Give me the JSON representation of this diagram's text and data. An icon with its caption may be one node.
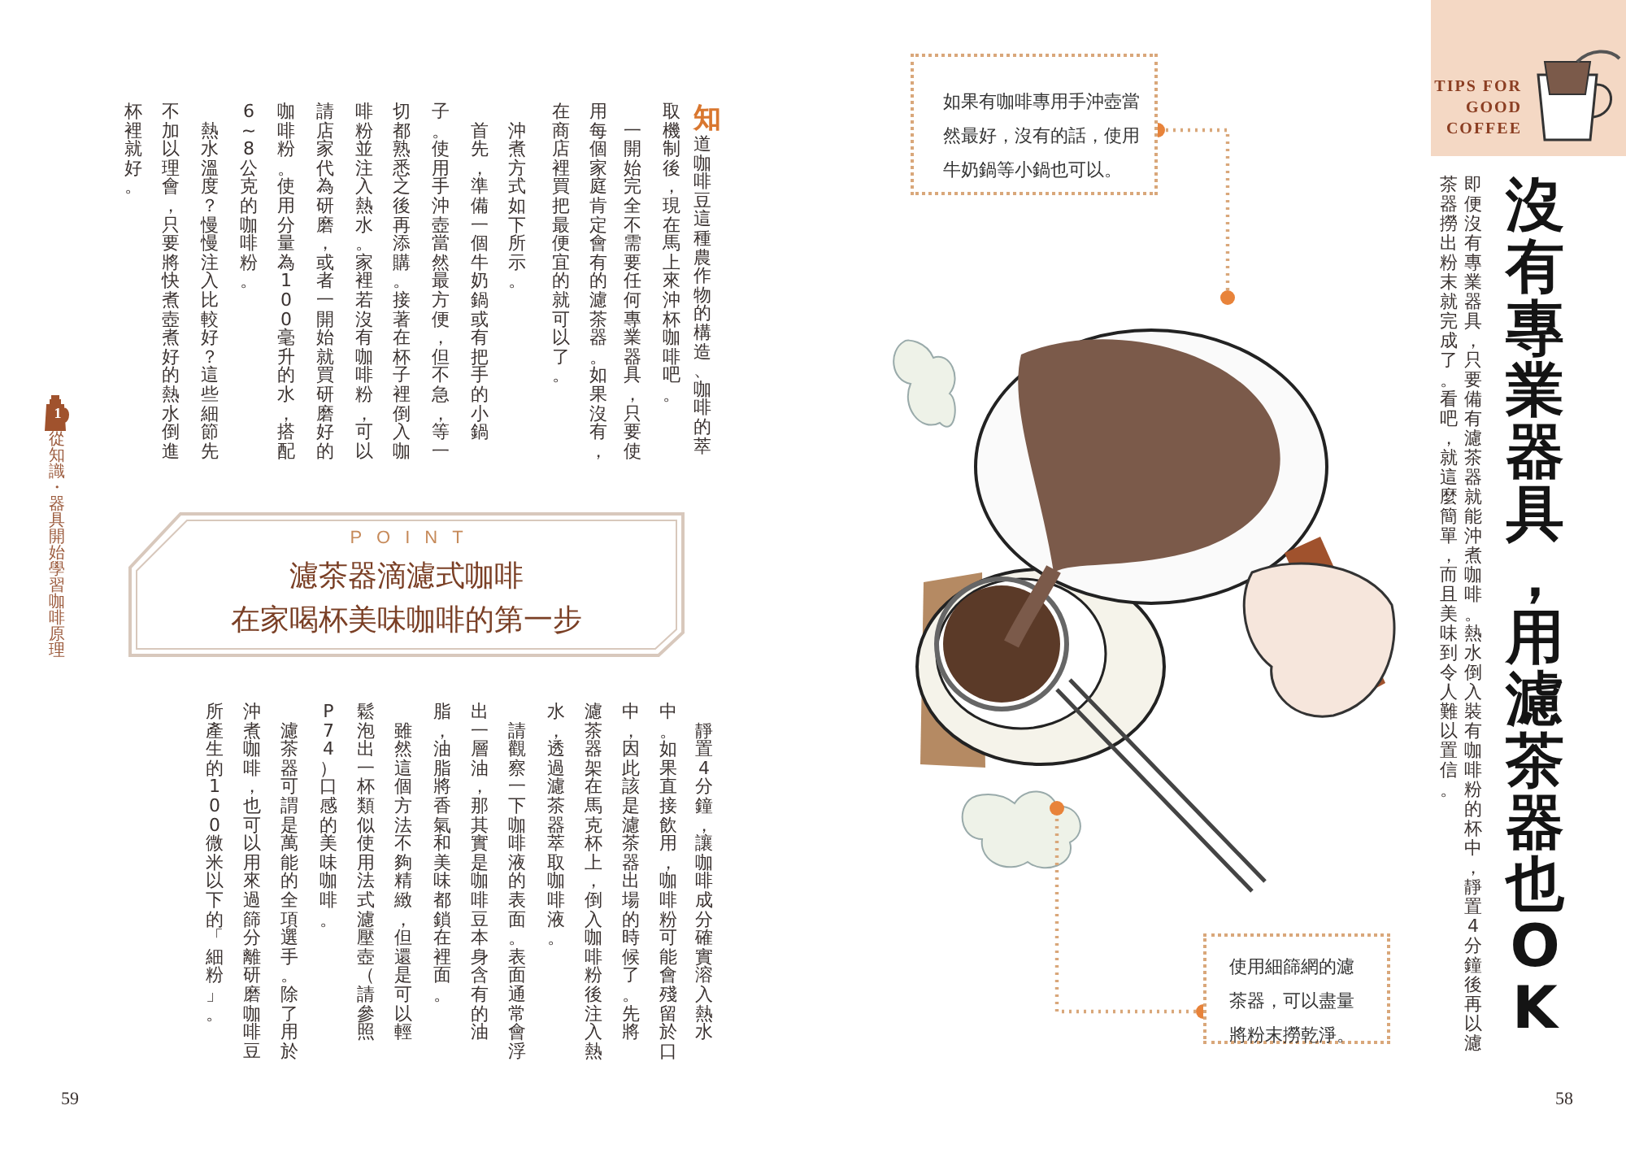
{
  "diagram": {
    "nodes": [
      {
        "text": [
          "TIPS FOR GOOD COFFEE"
        ]
      },
      {
        "text": [
          "如果有咖啡專用手沖壺當然最好，沒有的話，使用牛奶鍋等小鍋也可以。"
        ]
      },
      {
        "text": [
          "使用細篩網的濾茶器，可以盡量將粉末撈乾淨。"
        ]
      },
      {
        "text": [
          "POINT",
          "濾茶器滴濾式咖啡",
          "在家喝杯美味咖啡的第一步"
        ]
      }
    ],
    "edges": [
      {
        "from": null,
        "to": 1,
        "arrow": "other"
      },
      {
        "from": 2,
        "to": null,
        "arrow": "other"
      }
    ],
    "labels": [
      "沒有專業器具，用濾茶器也OK",
      "即便沒有專業器具，只要備有濾茶器就能沖煮咖啡。熱水倒入裝有咖啡粉的杯中，靜置4分鐘後再以濾",
      "茶器撈出粉末就完成了。看吧，就這麼簡單，而且美味到令人難以置信。",
      "**知**道咖啡豆這種農作物的構造、咖啡的萃",
      "取機制後，現在馬上來沖杯咖啡吧。",
      "一開始完全不需要任何專業器具，只要使",
      "用每個家庭肯定會有的濾茶器。如果沒有，",
      "在商店裡買把最便宜的就可以了。",
      "沖煮方式如下所示。",
      "首先，準備一個牛奶鍋或有把手的小鍋",
      "子。使用手沖壺當然最方便，但不急，等一",
      "切都熟悉之後再添購。接著在杯子裡倒入咖",
      "啡粉並注入熱水。家裡若沒有咖啡粉，可以",
      "請店家代為研磨，或者一開始就買研磨好的",
      "咖啡粉。使用分量為100毫升的水，搭配",
      "6~8公克的咖啡粉。",
      "熱水溫度？慢慢注入比較好？這些細節先",
      "不加以理會，只要將快煮壺煮好的熱水倒進",
      "杯裡就好。",
      "靜置4分鐘，讓咖啡成分確實溶入熱水",
      "中。如果直接飲用，咖啡粉可能會殘留於口",
      "中，因此該是濾茶器出場的時候了。先將",
      "濾茶器架在馬克杯上，倒入咖啡粉後注入熱",
      "水，透過濾茶器萃取咖啡液。",
      "請觀察一下咖啡液的表面。表面通常會浮",
      "出一層油，那其實是咖啡豆本身含有的油",
      "脂，油脂將香氣和美味都鎖在裡面。",
      "雖然這個方法不夠精緻，但還是可以輕",
      "鬆泡出一杯類似使用法式濾壓壺（請參照",
      "P74）口感的美味咖啡。",
      "濾茶器可謂是萬能的全項選手。除了用於",
      "沖煮咖啡，也可以用來過篩分離研磨咖啡豆",
      "所產生的100微米以下的「細粉」。",
      "1",
      "從知識・器具開始學習咖啡原理",
      "59",
      "58"
    ]
  }
}
